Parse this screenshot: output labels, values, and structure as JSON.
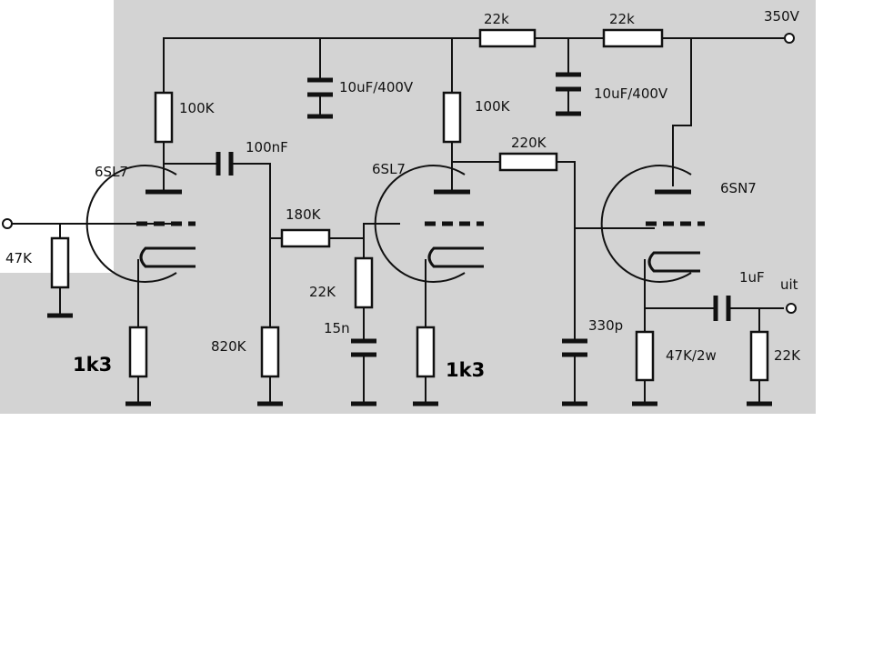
{
  "schematic": {
    "supply_voltage": "350V",
    "output_label": "uit",
    "labels": {
      "r_b1": "22k",
      "r_b2": "22k",
      "c_filter1": "10uF/400V",
      "c_filter2": "10uF/400V",
      "r_plate1": "100K",
      "r_plate2": "100K",
      "c_couple1": "100nF",
      "r_fb": "220K",
      "tube1": "6SL7",
      "tube2": "6SL7",
      "tube3": "6SN7",
      "r_in": "47K",
      "r_series": "180K",
      "r_grid2": "820K",
      "r_rc": "22K",
      "c_rc": "15n",
      "c_grid3": "330p",
      "r_cath1": "1k3",
      "r_cath2": "1k3",
      "c_out": "1uF",
      "r_cath3": "47K/2w",
      "r_out": "22K"
    }
  }
}
